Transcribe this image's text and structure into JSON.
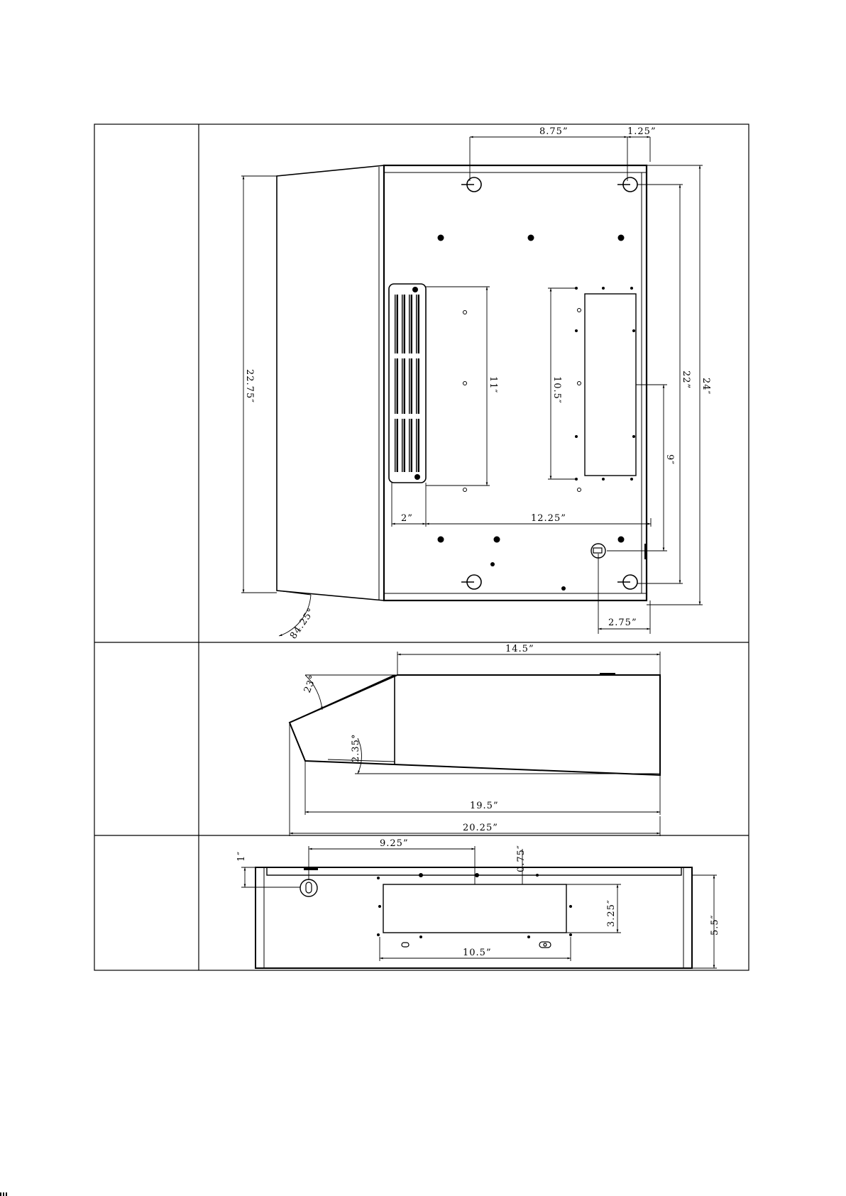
{
  "drawing": {
    "top_view": {
      "dims": {
        "hole_spacing": "8.75”",
        "hole_edge": "1.25”",
        "overall_depth": "22.75″",
        "inner_depth": "22”",
        "total_depth": "24″",
        "vent_height": "11″",
        "cutout_height": "10.5″",
        "cutout_offset": "9″",
        "vent_width": "2”",
        "vent_to_cutout": "12.25”",
        "slot_offset": "2.75”",
        "front_angle": "84.25°"
      }
    },
    "side_view": {
      "dims": {
        "body_length": "14.5”",
        "top_angle": "23°",
        "bottom_angle": "2.35°",
        "base_length": "19.5”",
        "overall_length": "20.25”"
      }
    },
    "front_view": {
      "dims": {
        "rail_height": "1″",
        "cutout_offset": "9.25”",
        "rail_gap": "0.75″",
        "cutout_height": "3.25″",
        "cutout_width": "10.5”",
        "overall_height": "5.5″"
      }
    }
  }
}
